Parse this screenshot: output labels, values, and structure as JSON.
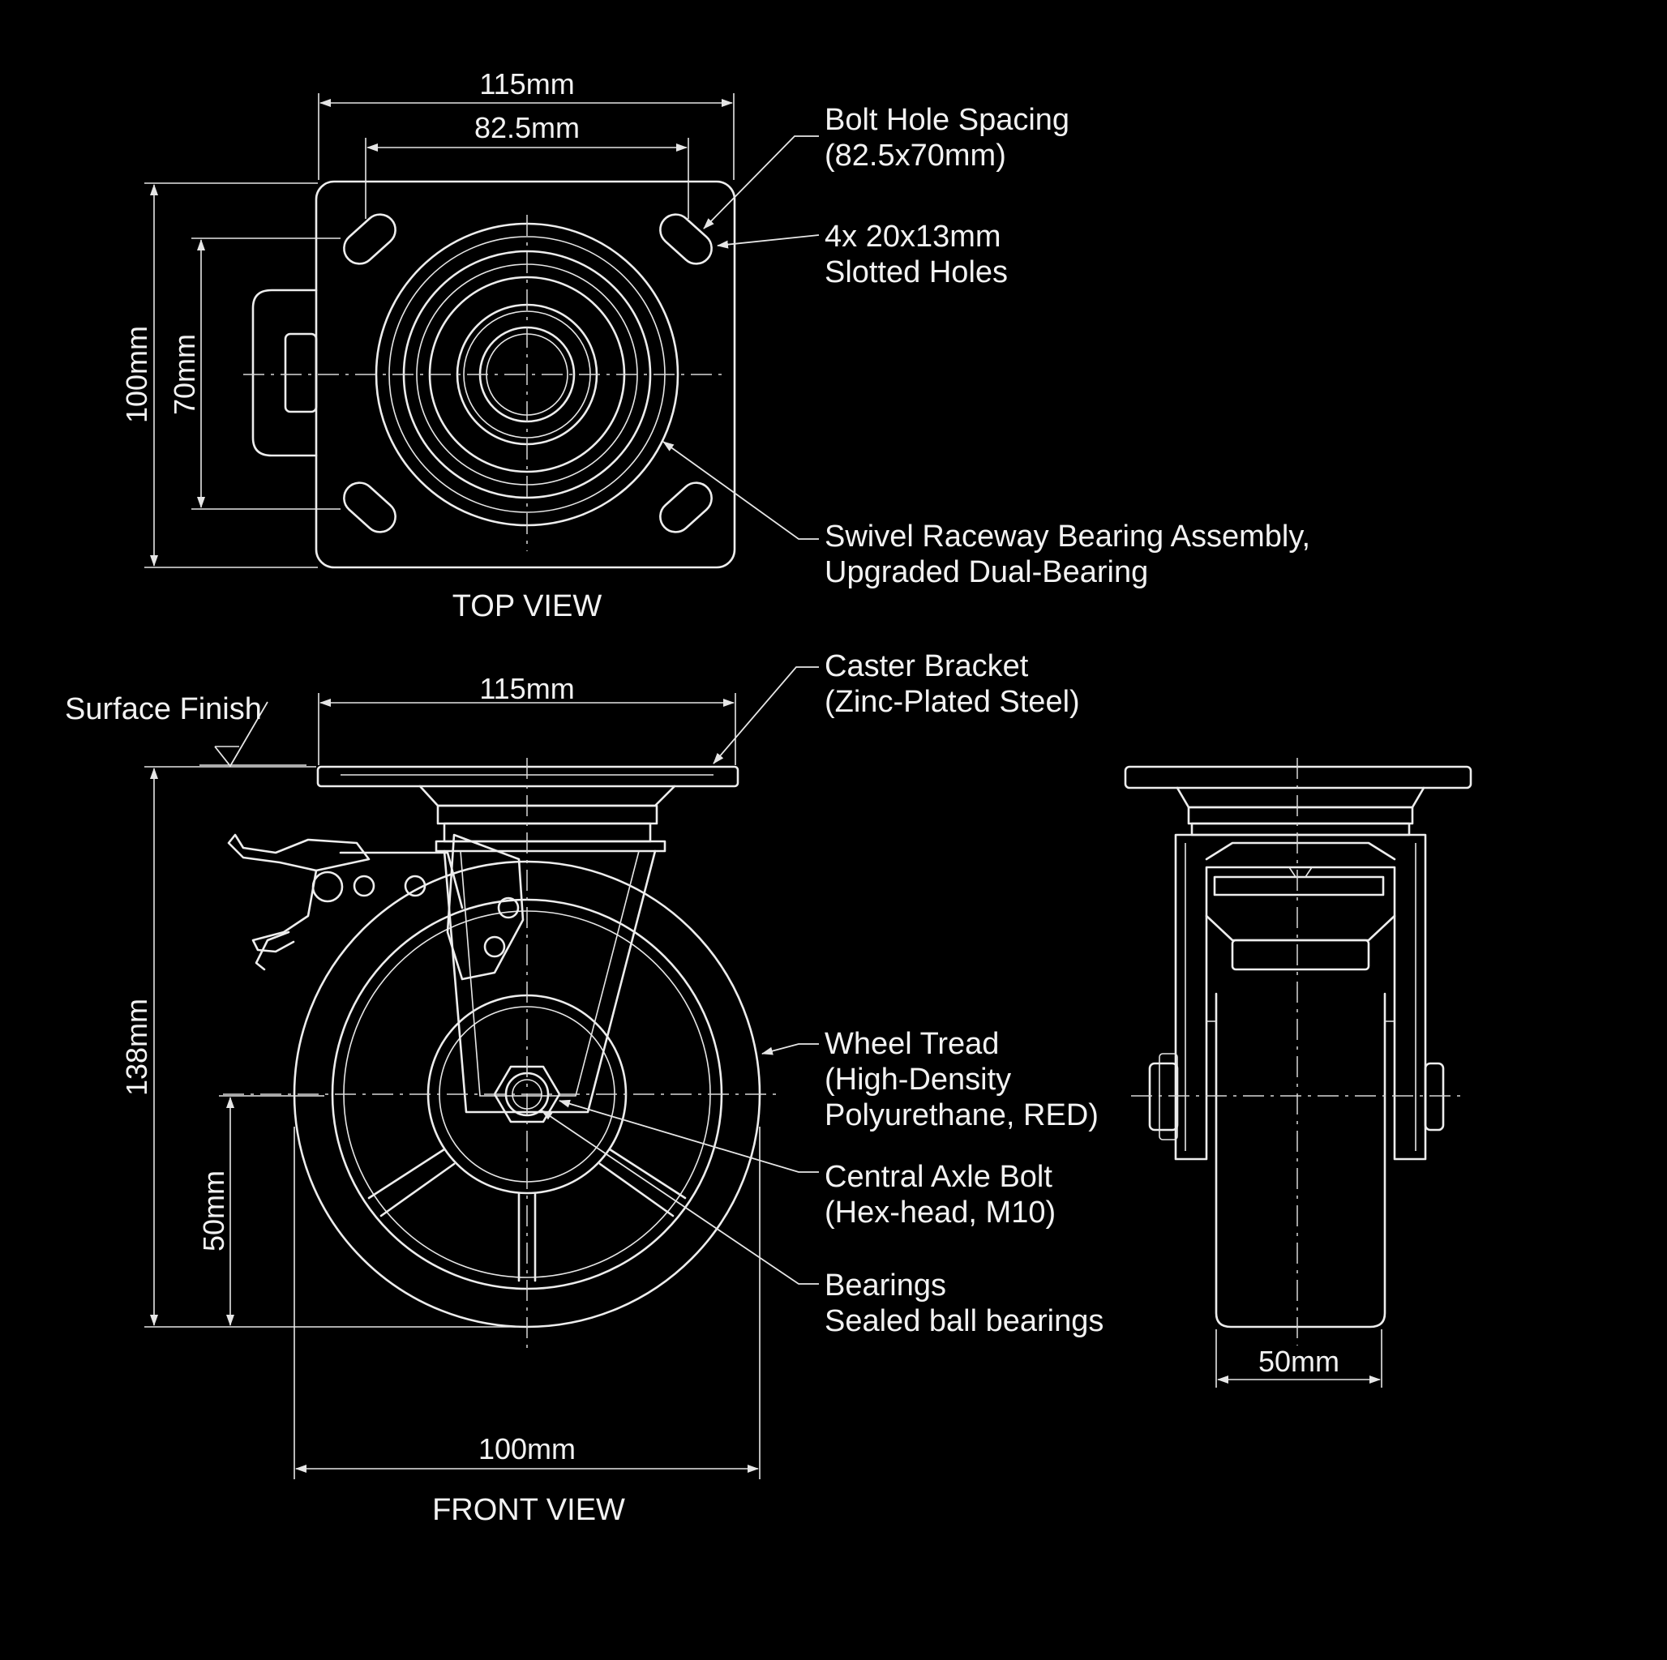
{
  "views": {
    "top": "TOP VIEW",
    "front": "FRONT VIEW"
  },
  "dimensions": {
    "top_width": "115mm",
    "top_bolt_spacing_x": "82.5mm",
    "top_height": "100mm",
    "top_bolt_spacing_y": "70mm",
    "front_plate_width": "115mm",
    "front_height": "138mm",
    "front_axle_height": "50mm",
    "front_wheel_diameter": "100mm",
    "side_wheel_width": "50mm"
  },
  "callouts": {
    "bolt_spacing": [
      "Bolt Hole Spacing",
      "(82.5x70mm)"
    ],
    "slotted_holes": [
      "4x 20x13mm",
      "Slotted Holes"
    ],
    "raceway": [
      "Swivel Raceway Bearing Assembly,",
      "Upgraded Dual-Bearing"
    ],
    "bracket": [
      "Caster Bracket",
      "(Zinc-Plated Steel)"
    ],
    "surface_finish": "Surface Finish",
    "tread": [
      "Wheel Tread",
      "(High-Density",
      "Polyurethane, RED)"
    ],
    "axle_bolt": [
      "Central Axle Bolt",
      "(Hex-head, M10)"
    ],
    "bearings": [
      "Bearings",
      "Sealed ball bearings"
    ]
  }
}
